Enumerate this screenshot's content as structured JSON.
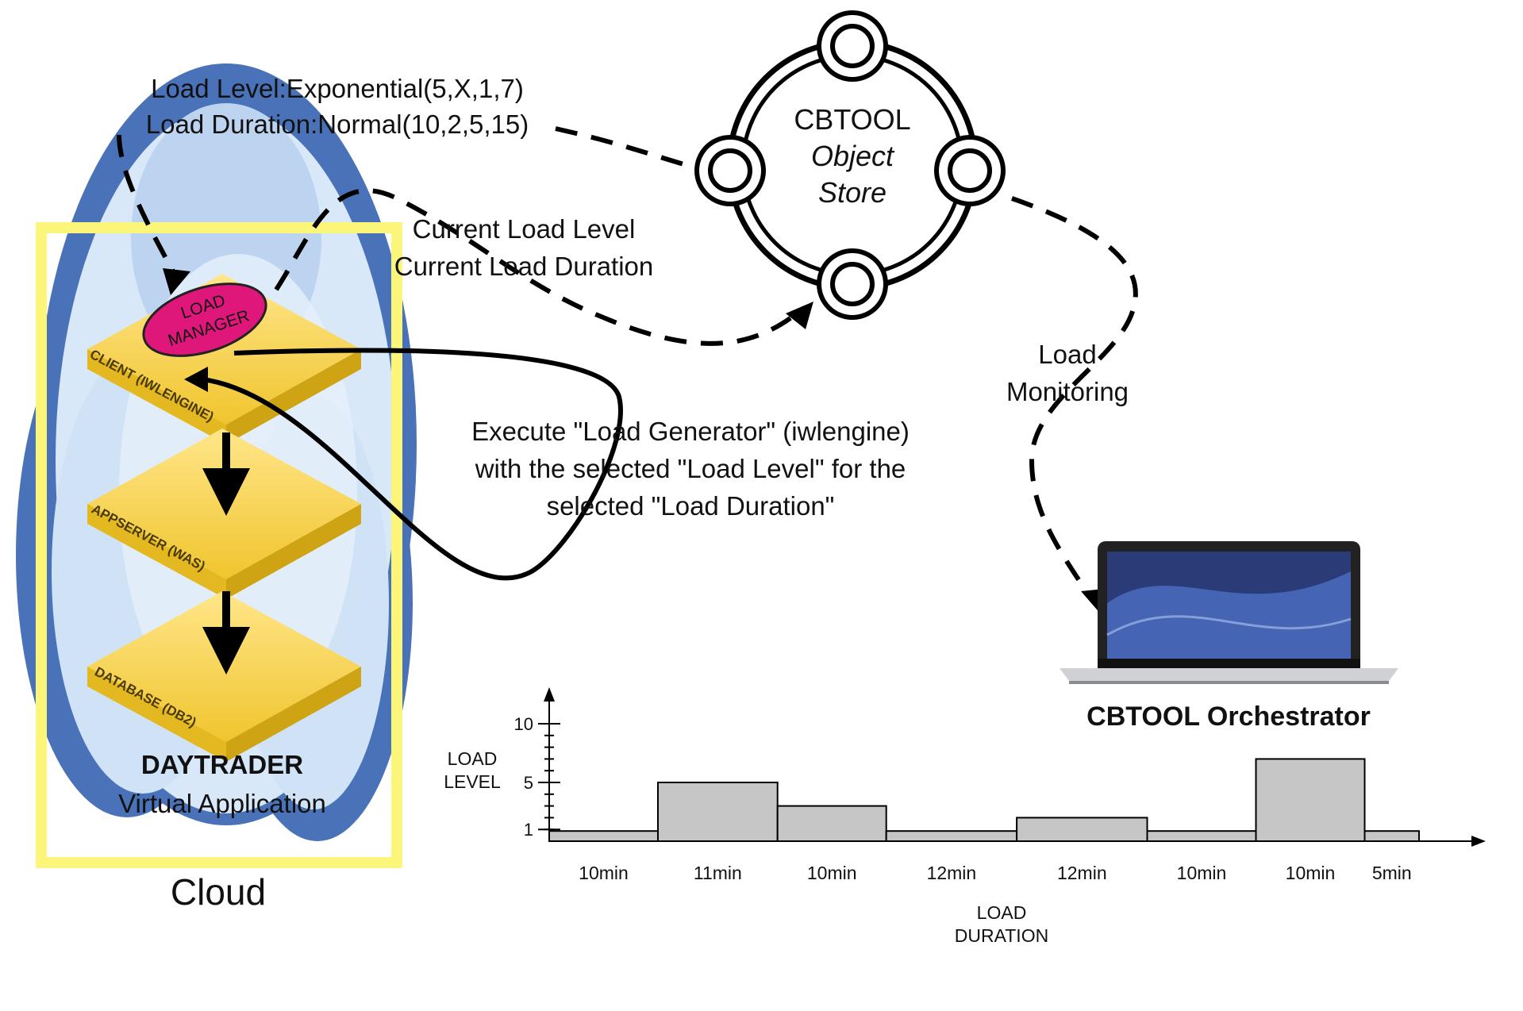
{
  "cloud": {
    "label": "Cloud",
    "app_name": "DAYTRADER",
    "app_subtitle": "Virtual Application",
    "tiers": {
      "client": "CLIENT (IWLENGINE)",
      "appserver": "APPSERVER (WAS)",
      "database": "DATABASE (DB2)"
    },
    "load_manager": {
      "line1": "LOAD",
      "line2": "MANAGER"
    }
  },
  "load_spec": {
    "level": "Load Level:Exponential(5,X,1,7)",
    "duration": "Load Duration:Normal(10,2,5,15)"
  },
  "current": {
    "line1": "Current Load Level",
    "line2": "Current Load Duration"
  },
  "object_store": {
    "line1": "CBTOOL",
    "line2": "Object",
    "line3": "Store"
  },
  "monitoring": {
    "line1": "Load",
    "line2": "Monitoring"
  },
  "execute": {
    "line1": "Execute \"Load Generator\" (iwlengine)",
    "line2": "with the selected \"Load Level\" for the",
    "line3": "selected \"Load Duration\""
  },
  "orchestrator": {
    "label": "CBTOOL Orchestrator"
  },
  "colors": {
    "cloud_outer": "#4a72b8",
    "cloud_inner": "#c8def5",
    "highlight_box": "#fbf57a",
    "tier_fill": "#f2cd3a",
    "load_manager": "#e0177a",
    "bar_fill": "#c6c6c6"
  },
  "chart_data": {
    "type": "bar",
    "ylabel_line1": "LOAD",
    "ylabel_line2": "LEVEL",
    "xlabel_line1": "LOAD",
    "xlabel_line2": "DURATION",
    "y_ticks": [
      1,
      5,
      10
    ],
    "ylim": [
      0,
      10
    ],
    "segments": [
      {
        "duration": "10min",
        "level": 1
      },
      {
        "duration": "11min",
        "level": 5
      },
      {
        "duration": "10min",
        "level": 3
      },
      {
        "duration": "12min",
        "level": 1
      },
      {
        "duration": "12min",
        "level": 2
      },
      {
        "duration": "10min",
        "level": 1
      },
      {
        "duration": "10min",
        "level": 7
      },
      {
        "duration": "5min",
        "level": 1
      }
    ]
  }
}
